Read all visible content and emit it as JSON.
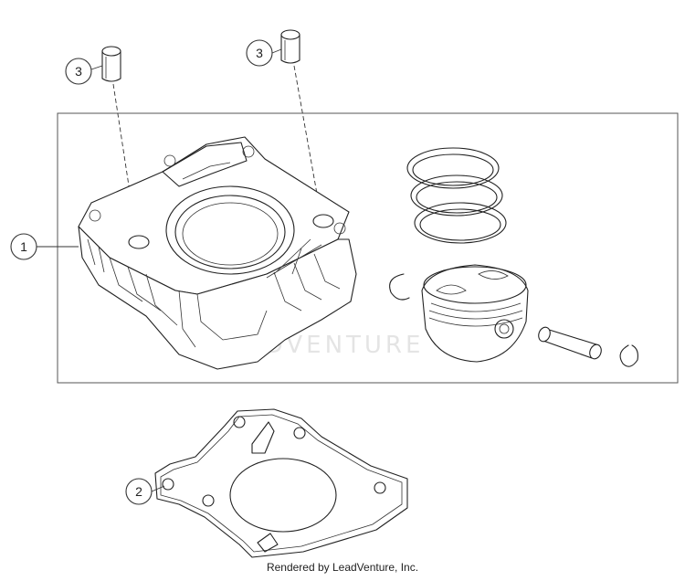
{
  "callouts": [
    {
      "id": "cylinder",
      "label": "1"
    },
    {
      "id": "gasket",
      "label": "2"
    },
    {
      "id": "dowel-left",
      "label": "3"
    },
    {
      "id": "dowel-right",
      "label": "3"
    }
  ],
  "watermark": "ADVENTURE",
  "footer": "Rendered by LeadVenture, Inc."
}
